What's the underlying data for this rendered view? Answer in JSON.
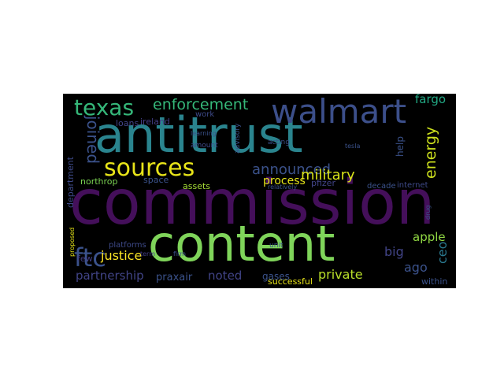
{
  "colors": {
    "background": "#000000",
    "page": "#ffffff"
  },
  "words": [
    {
      "text": "commission",
      "color": "#440f5a",
      "orient": "h"
    },
    {
      "text": "antitrust",
      "color": "#2a848e",
      "orient": "h"
    },
    {
      "text": "content",
      "color": "#7fd45a",
      "orient": "h"
    },
    {
      "text": "walmart",
      "color": "#3c4f8a",
      "orient": "h"
    },
    {
      "text": "texas",
      "color": "#35b779",
      "orient": "h"
    },
    {
      "text": "sources",
      "color": "#e8e419",
      "orient": "h"
    },
    {
      "text": "enforcement",
      "color": "#35b779",
      "orient": "h"
    },
    {
      "text": "ftc",
      "color": "#3b528b",
      "orient": "h"
    },
    {
      "text": "joined",
      "color": "#3b528b",
      "orient": "v"
    },
    {
      "text": "announced",
      "color": "#3b528b",
      "orient": "h"
    },
    {
      "text": "military",
      "color": "#d8e219",
      "orient": "h"
    },
    {
      "text": "energy",
      "color": "#cde11d",
      "orient": "vu"
    },
    {
      "text": "fargo",
      "color": "#22a884",
      "orient": "h"
    },
    {
      "text": "justice",
      "color": "#fde725",
      "orient": "h"
    },
    {
      "text": "partnership",
      "color": "#414487",
      "orient": "h"
    },
    {
      "text": "praxair",
      "color": "#3b528b",
      "orient": "h"
    },
    {
      "text": "noted",
      "color": "#414487",
      "orient": "h"
    },
    {
      "text": "private",
      "color": "#b8de29",
      "orient": "h"
    },
    {
      "text": "process",
      "color": "#e5e419",
      "orient": "h"
    },
    {
      "text": "apple",
      "color": "#90d743",
      "orient": "h"
    },
    {
      "text": "big",
      "color": "#414487",
      "orient": "h"
    },
    {
      "text": "ago",
      "color": "#3b528b",
      "orient": "h"
    },
    {
      "text": "ceo",
      "color": "#2a788e",
      "orient": "vu"
    },
    {
      "text": "department",
      "color": "#3e4a89",
      "orient": "vu"
    },
    {
      "text": "northrop",
      "color": "#7ad151",
      "orient": "h"
    },
    {
      "text": "space",
      "color": "#3b528b",
      "orient": "h"
    },
    {
      "text": "assets",
      "color": "#a5db36",
      "orient": "h"
    },
    {
      "text": "loans",
      "color": "#414487",
      "orient": "h"
    },
    {
      "text": "ireland",
      "color": "#433e85",
      "orient": "h"
    },
    {
      "text": "work",
      "color": "#3e4a89",
      "orient": "h"
    },
    {
      "text": "learning",
      "color": "#3b528b",
      "orient": "h"
    },
    {
      "text": "amount",
      "color": "#3e4a89",
      "orient": "h"
    },
    {
      "text": "advisory",
      "color": "#3b528b",
      "orient": "vu"
    },
    {
      "text": "acting",
      "color": "#3b528b",
      "orient": "h"
    },
    {
      "text": "relatively",
      "color": "#3b528b",
      "orient": "h"
    },
    {
      "text": "tesla",
      "color": "#3b528b",
      "orient": "h"
    },
    {
      "text": "pfizer",
      "color": "#414487",
      "orient": "h"
    },
    {
      "text": "help",
      "color": "#3b528b",
      "orient": "vu"
    },
    {
      "text": "decade",
      "color": "#3b528b",
      "orient": "h"
    },
    {
      "text": "internet",
      "color": "#3e4a89",
      "orient": "h"
    },
    {
      "text": "proposed",
      "color": "#e5e419",
      "orient": "vu"
    },
    {
      "text": "few",
      "color": "#433e85",
      "orient": "h"
    },
    {
      "text": "platforms",
      "color": "#3e4a89",
      "orient": "h"
    },
    {
      "text": "term",
      "color": "#433e85",
      "orient": "h"
    },
    {
      "text": "firm",
      "color": "#3b528b",
      "orient": "h"
    },
    {
      "text": "unit",
      "color": "#3b528b",
      "orient": "h"
    },
    {
      "text": "drug",
      "color": "#3b528b",
      "orient": "vu"
    },
    {
      "text": "gases",
      "color": "#3b528b",
      "orient": "h"
    },
    {
      "text": "successful",
      "color": "#e8e419",
      "orient": "h"
    },
    {
      "text": "within",
      "color": "#3b528b",
      "orient": "h"
    }
  ]
}
